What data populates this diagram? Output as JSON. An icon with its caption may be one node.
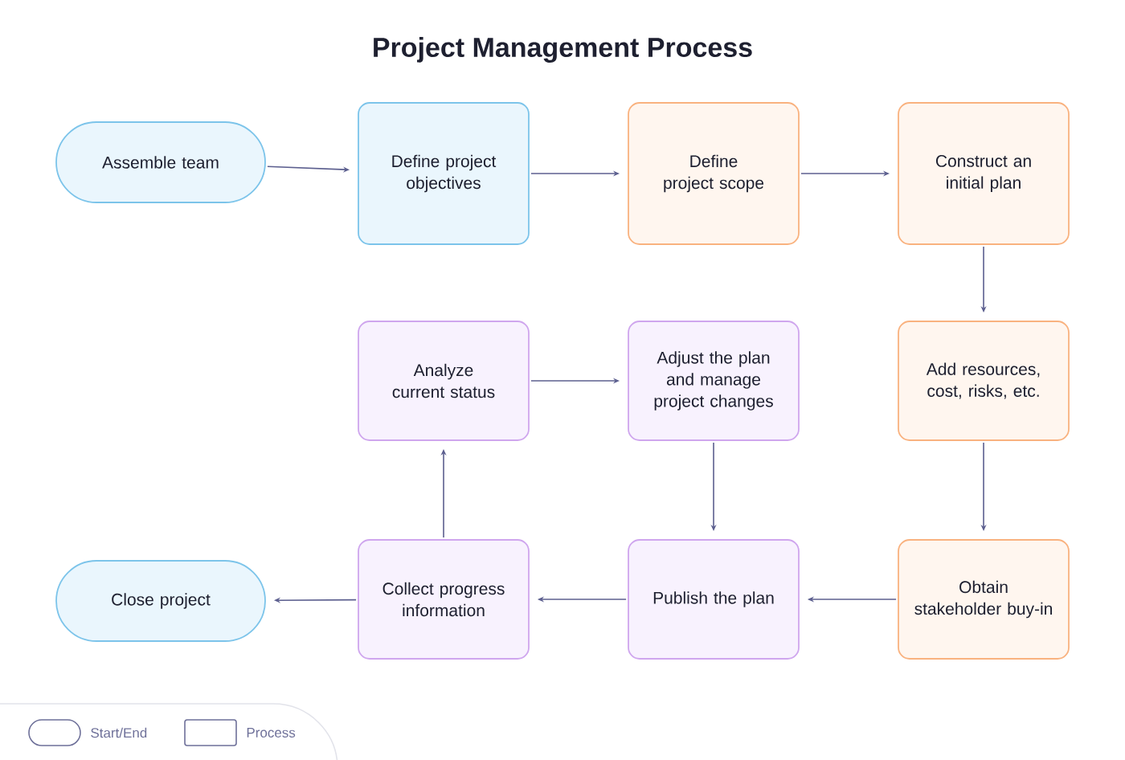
{
  "diagram": {
    "title": "Project Management Process",
    "nodes": [
      {
        "text": [
          "Assemble team"
        ]
      },
      {
        "text": [
          "Define project objectives"
        ]
      },
      {
        "text": [
          "Define project scope"
        ]
      },
      {
        "text": [
          "Construct an initial plan"
        ]
      },
      {
        "text": [
          "Add resources, cost, risks, etc."
        ]
      },
      {
        "text": [
          "Obtain stakeholder buy-in"
        ]
      },
      {
        "text": [
          "Publish the plan"
        ]
      },
      {
        "text": [
          "Collect progress information"
        ]
      },
      {
        "text": [
          "Close project"
        ]
      },
      {
        "text": [
          "Analyze current status"
        ]
      },
      {
        "text": [
          "Adjust the plan and manage project changes"
        ]
      }
    ],
    "edges": [
      {
        "from": 0,
        "to": 1,
        "arrow": "to"
      },
      {
        "from": 1,
        "to": 2,
        "arrow": "to"
      },
      {
        "from": 2,
        "to": 3,
        "arrow": "to"
      },
      {
        "from": 3,
        "to": 4,
        "arrow": "to"
      },
      {
        "from": 4,
        "to": 5,
        "arrow": "to"
      },
      {
        "from": 5,
        "to": 6,
        "arrow": "to"
      },
      {
        "from": 6,
        "to": 7,
        "arrow": "to"
      },
      {
        "from": 7,
        "to": 8,
        "arrow": "to"
      },
      {
        "from": 7,
        "to": 9,
        "arrow": "to"
      },
      {
        "from": 9,
        "to": 10,
        "arrow": "to"
      },
      {
        "from": 10,
        "to": 6,
        "arrow": "to"
      }
    ],
    "legend": [
      {
        "text": "Start/End"
      },
      {
        "text": "Process"
      }
    ]
  }
}
